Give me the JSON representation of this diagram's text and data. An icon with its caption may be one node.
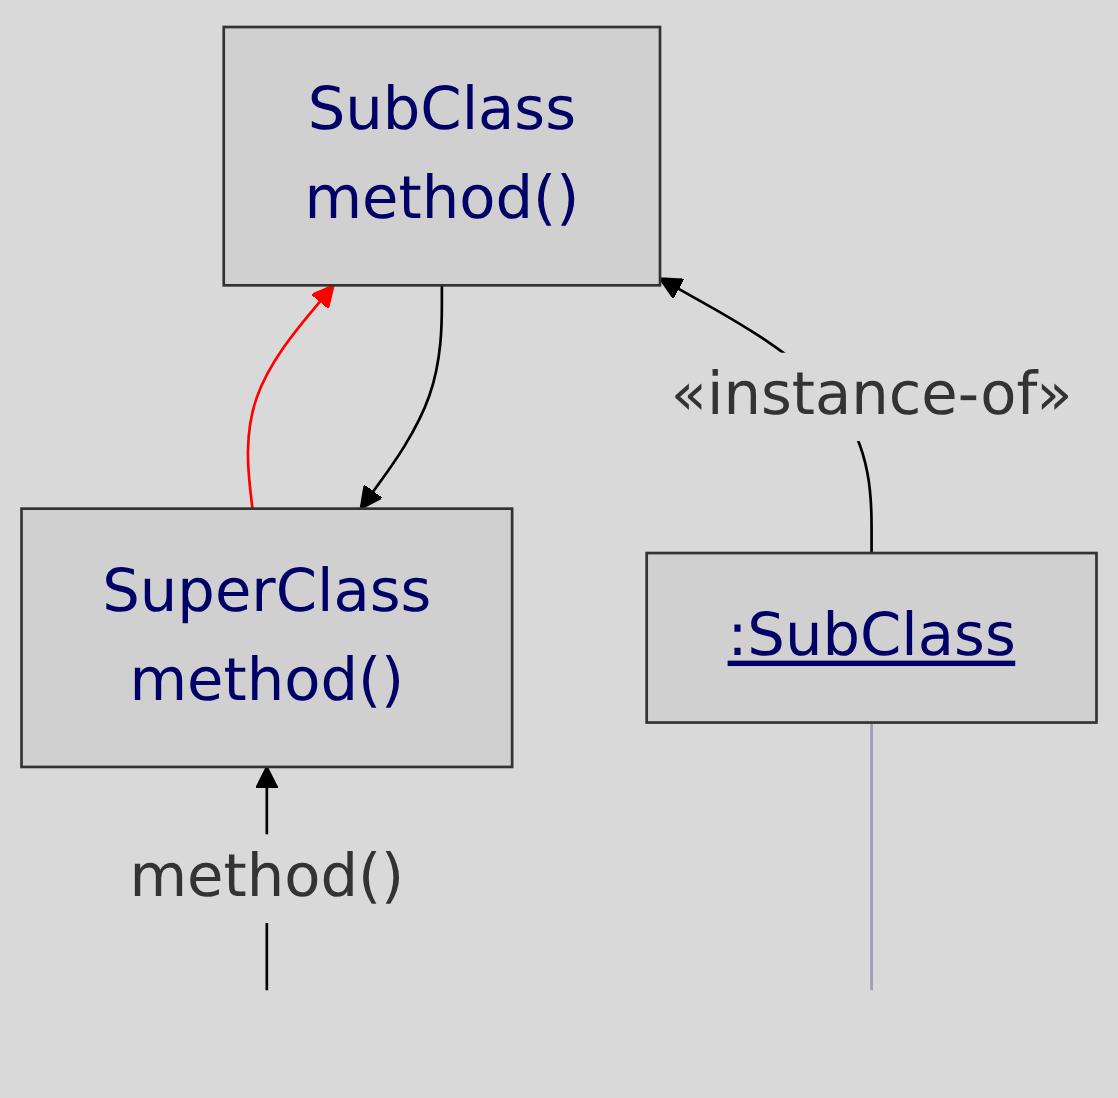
{
  "diagram": {
    "nodes": [
      {
        "text": [
          "SuperClass",
          "method()"
        ]
      },
      {
        "text": [
          "SubClass",
          "method()"
        ]
      },
      {
        "text": [
          ":SubClass"
        ]
      }
    ],
    "edges": [
      {
        "from": null,
        "to": 0,
        "arrow": "to",
        "label": "method()"
      },
      {
        "from": 0,
        "to": 1,
        "arrow": "to",
        "color": "#ff0000"
      },
      {
        "from": 1,
        "to": 0,
        "arrow": "to"
      },
      {
        "from": 2,
        "to": 1,
        "arrow": "to",
        "label": "«instance-of»"
      },
      {
        "from": null,
        "to": 2,
        "arrow": "none",
        "color": "#9c9cc0"
      }
    ]
  }
}
